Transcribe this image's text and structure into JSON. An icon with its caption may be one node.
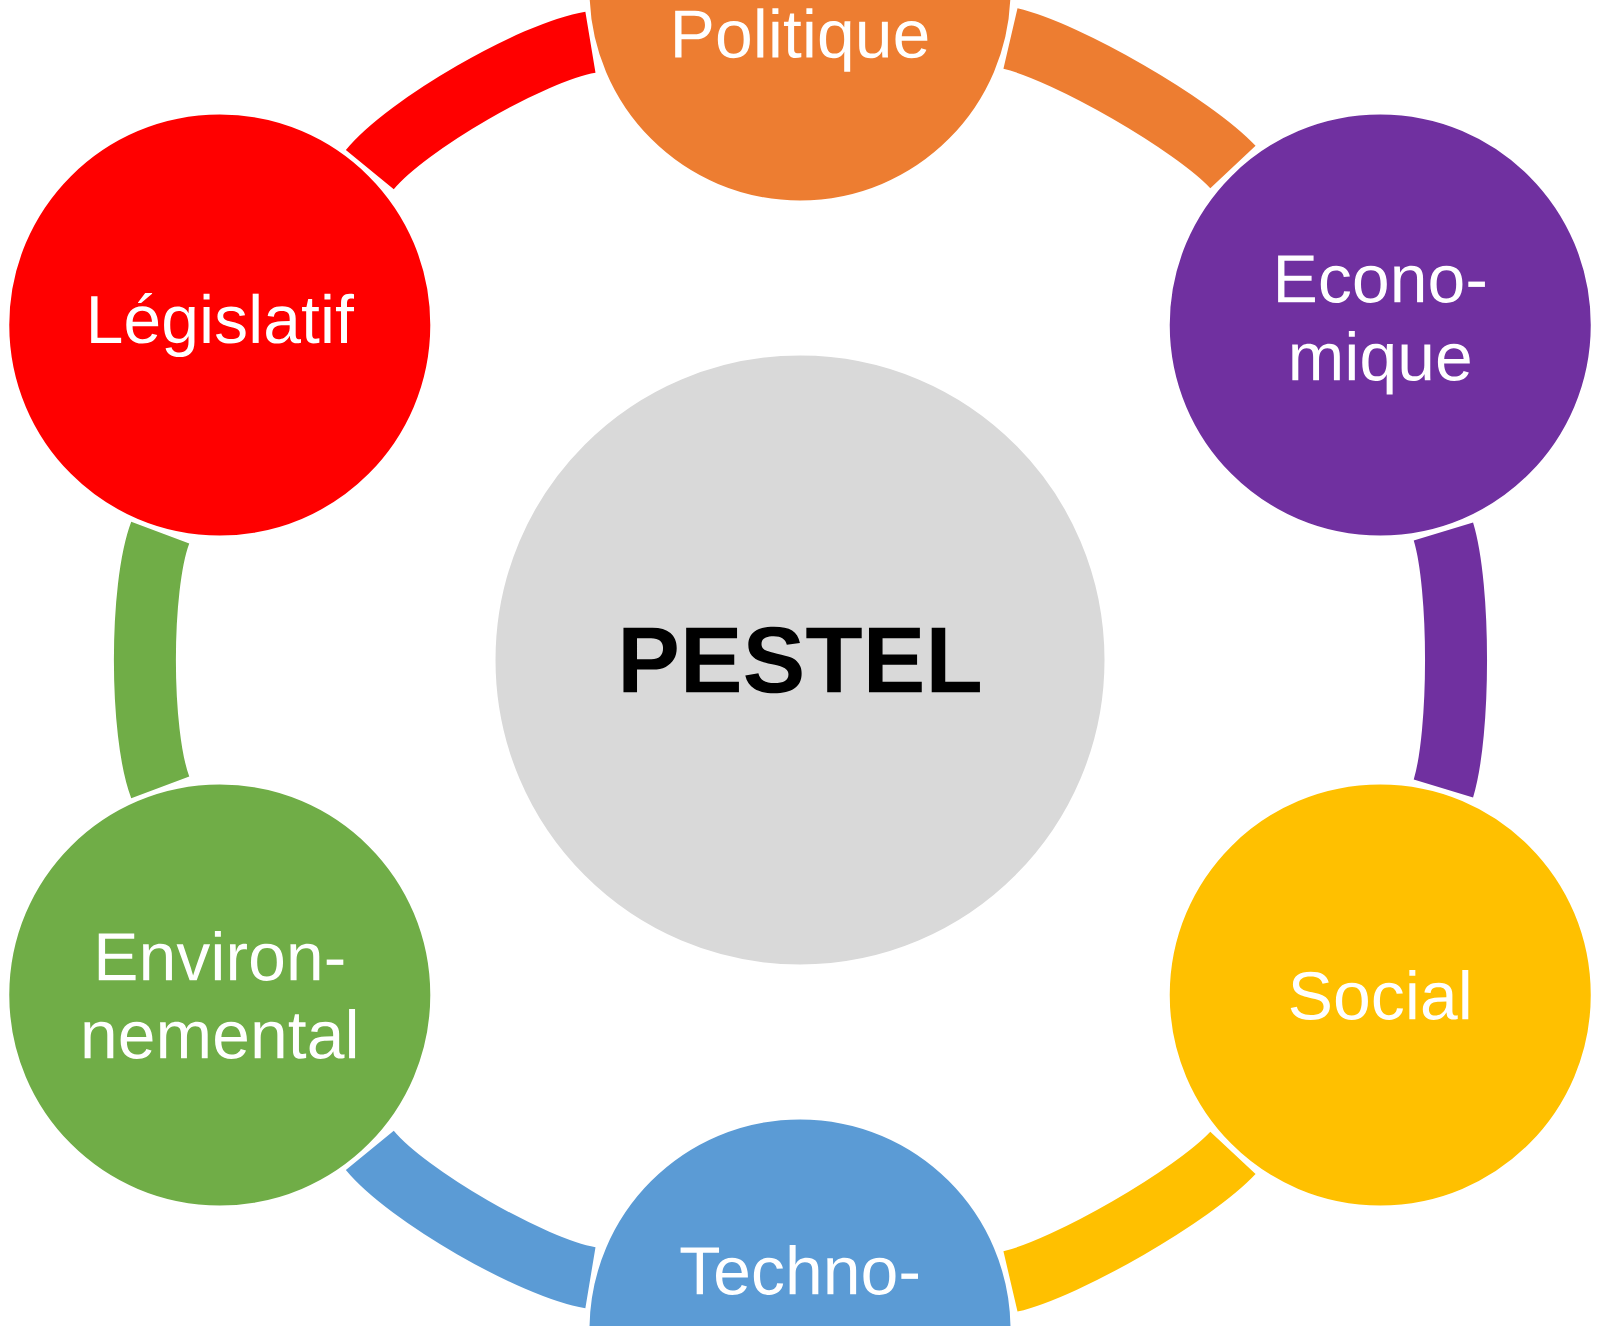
{
  "diagram": {
    "nodes": [
      {
        "text": [
          "Politique"
        ]
      },
      {
        "text": [
          "Législatif"
        ]
      },
      {
        "text": [
          "Econo- mique"
        ]
      },
      {
        "text": [
          "PESTEL"
        ]
      },
      {
        "text": [
          "Environ- nemental"
        ]
      },
      {
        "text": [
          "Social"
        ]
      },
      {
        "text": [
          "Techno-"
        ]
      }
    ],
    "edges": [
      {
        "from": 0,
        "to": 2,
        "arrow": "none",
        "color": "#ed7d31"
      },
      {
        "from": 2,
        "to": 5,
        "arrow": "none",
        "color": "#7030a0"
      },
      {
        "from": 5,
        "to": 6,
        "arrow": "none",
        "color": "#ffc000"
      },
      {
        "from": 6,
        "to": 4,
        "arrow": "none",
        "color": "#5b9bd5"
      },
      {
        "from": 4,
        "to": 1,
        "arrow": "none",
        "color": "#70ad47"
      },
      {
        "from": 1,
        "to": 0,
        "arrow": "none",
        "color": "#ff0000"
      }
    ]
  }
}
